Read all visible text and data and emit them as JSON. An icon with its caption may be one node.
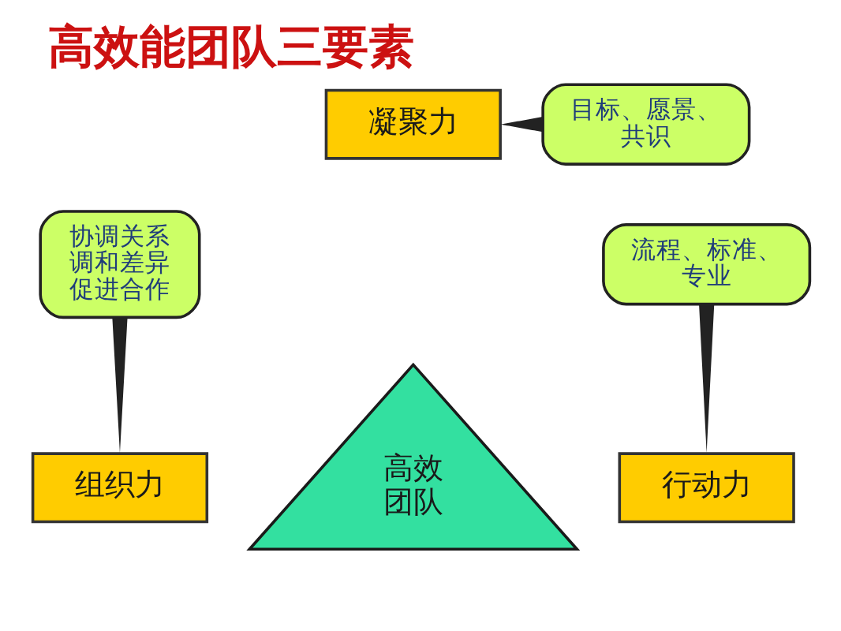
{
  "diagram": {
    "title": "高效能团队三要素",
    "nodes": [
      {
        "text": [
          "凝聚力"
        ]
      },
      {
        "text": [
          "目标、愿景、共识"
        ]
      },
      {
        "text": [
          "协调关系调和差异促进合作"
        ]
      },
      {
        "text": [
          "流程、标准、专业"
        ]
      },
      {
        "text": [
          "高效团队"
        ]
      },
      {
        "text": [
          "组织力"
        ]
      },
      {
        "text": [
          "行动力"
        ]
      }
    ],
    "edges": [
      {
        "from": 1,
        "to": 0,
        "arrow": "none"
      },
      {
        "from": 2,
        "to": 5,
        "arrow": "none"
      },
      {
        "from": 3,
        "to": 6,
        "arrow": "none"
      }
    ]
  }
}
